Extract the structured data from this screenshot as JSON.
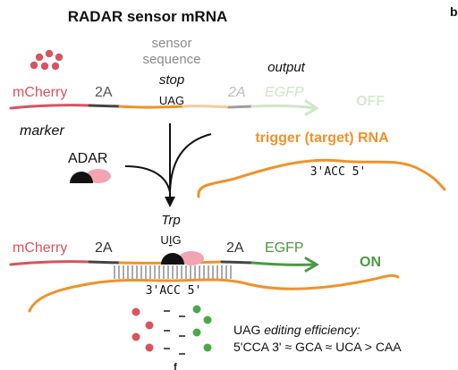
{
  "title": "RADAR sensor mRNA",
  "panel_letter": "b",
  "top": {
    "sensor_line1": "sensor",
    "sensor_line2": "sequence",
    "stop_label": "stop",
    "codon_pre": "UA",
    "codon_edit": "G",
    "output_label": "output",
    "mcherry": "mCherry",
    "seg_2a_left": "2A",
    "seg_2a_right": "2A",
    "egfp": "EGFP",
    "state": "OFF",
    "marker": "marker"
  },
  "trigger": {
    "label": "trigger (target) RNA",
    "seq": "3'ACC 5'"
  },
  "adar_label": "ADAR",
  "bottom": {
    "trp_label": "Trp",
    "codon_pre": "U",
    "codon_edit": "I",
    "codon_post": "G",
    "mcherry": "mCherry",
    "seg_2a_left": "2A",
    "seg_2a_right": "2A",
    "egfp": "EGFP",
    "state": "ON",
    "seq": "3'ACC 5'"
  },
  "legend": {
    "line1_pre": "UAG ",
    "line1_em": "editing efficiency:",
    "line2": "5'CCA 3' ≈ GCA ≈ UCA > CAA"
  },
  "bottom_glyph": "f",
  "colors": {
    "mcherry": "#d9535f",
    "orange": "#f0922b",
    "orange_light": "#f7c99a",
    "gray": "#444444",
    "egfp_on": "#4a9a45",
    "egfp_off": "#cfe6c9",
    "off_text": "#d6ead0",
    "adar_pink": "#f4a3b3",
    "dot_red": "#d9535f",
    "dot_green": "#4aa84a",
    "dash": "#555555"
  }
}
